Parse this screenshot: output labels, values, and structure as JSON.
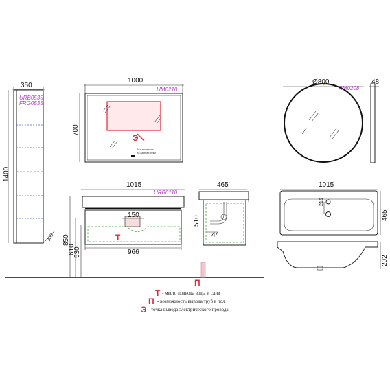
{
  "cabinet": {
    "width": "350",
    "height": "1400",
    "model_1": "URB0535",
    "model_2": "FRG0535",
    "offset": "300"
  },
  "mirror_rect": {
    "width": "1000",
    "height": "700",
    "model": "UM0210",
    "switch_note_1": "Выключатель",
    "switch_note_2": "на ваннах руки"
  },
  "mirror_round": {
    "diameter": "Ø800",
    "depth": "48",
    "model": "RM0208"
  },
  "vanity_front": {
    "width": "1015",
    "model": "URB0110",
    "inner_width": "966",
    "cutout": "150",
    "h1": "850",
    "h2": "610",
    "h3": "530"
  },
  "vanity_side": {
    "depth": "465",
    "height": "510",
    "inner": "44"
  },
  "basin_top": {
    "width": "1015",
    "depth": "465",
    "small_dim": "215"
  },
  "basin_side": {
    "height": "202"
  },
  "legend": {
    "t_mark": "Т",
    "t_text": "- место подвода воды и слив",
    "p_mark": "П",
    "p_text": "- возможность вывода труб в пол",
    "e_mark": "Э",
    "e_text": "- точка вывода электрического провода"
  },
  "floor_mark": "П",
  "colors": {
    "accent_model": "#b43cc8",
    "legend_red": "#e0283c",
    "plumbing_green": "#44a544",
    "shelf_blue": "#4a5fd0"
  }
}
